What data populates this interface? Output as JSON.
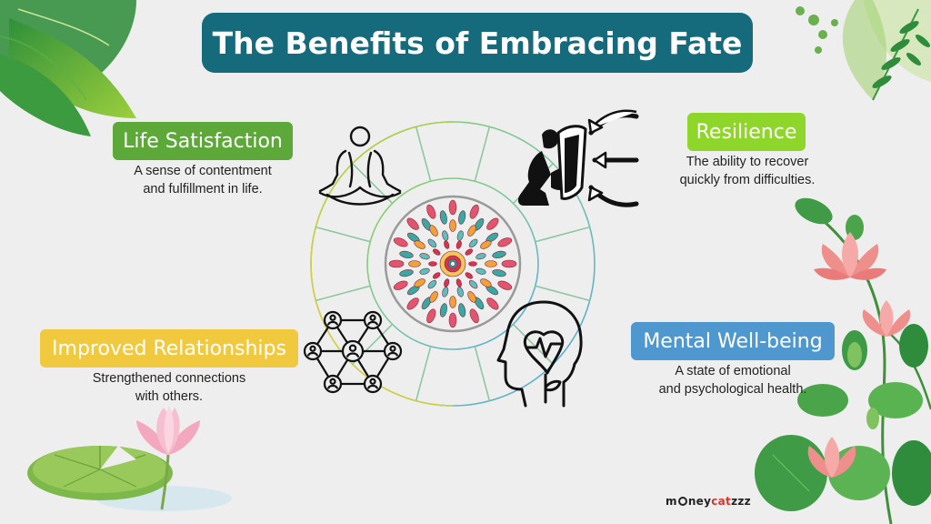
{
  "title": "The Benefits of Embracing Fate",
  "benefits": [
    {
      "label": "Life Satisfaction",
      "description_line1": "A sense of contentment",
      "description_line2": "and fulfillment in life.",
      "color": "#5ca93a",
      "icon": "meditation-icon"
    },
    {
      "label": "Resilience",
      "description_line1": "The ability to recover",
      "description_line2": "quickly from difficulties.",
      "color": "#8fd62a",
      "icon": "shield-defense-icon"
    },
    {
      "label": "Improved Relationships",
      "description_line1": "Strengthened connections",
      "description_line2": "with others.",
      "color": "#f1c93f",
      "icon": "network-icon"
    },
    {
      "label": "Mental Well-being",
      "description_line1": "A state of emotional",
      "description_line2": "and psychological health.",
      "color": "#4f98cf",
      "icon": "mind-heart-icon"
    }
  ],
  "brand": {
    "prefix": "m",
    "middle": "ney",
    "accent": "cat",
    "suffix": "zzz"
  },
  "colors": {
    "title_bg": "#156a7c",
    "background": "#efeeee",
    "ring_inner_border": "#9a9a9a"
  }
}
